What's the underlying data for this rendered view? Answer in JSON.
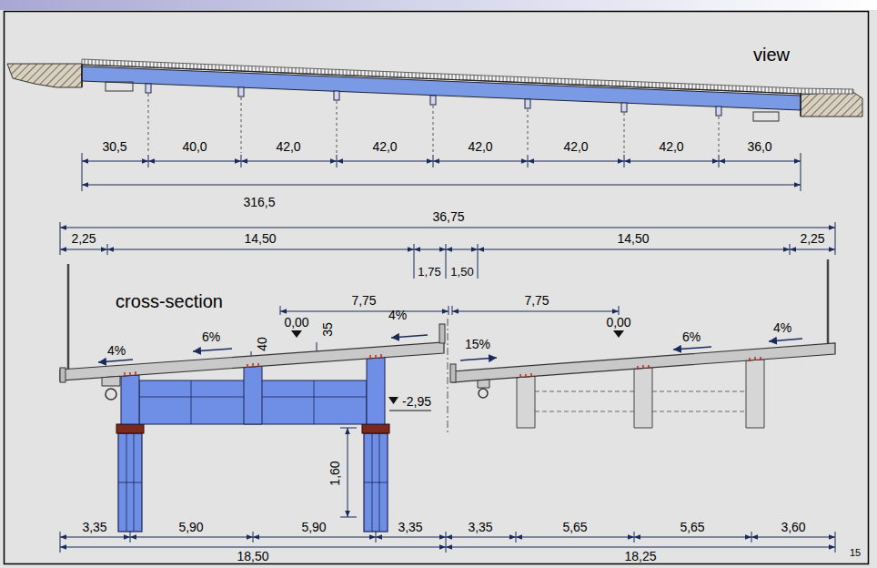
{
  "diagram": {
    "labels": [
      "view",
      "30,5",
      "40,0",
      "42,0",
      "42,0",
      "42,0",
      "42,0",
      "42,0",
      "36,0",
      "316,5",
      "36,75",
      "2,25",
      "14,50",
      "1,75",
      "1,50",
      "14,50",
      "2,25",
      "cross-section",
      "7,75",
      "7,75",
      "40",
      "0,00",
      "35",
      "4%",
      "6%",
      "4%",
      "15%",
      "0,00",
      "6%",
      "4%",
      "-2,95",
      "1,60",
      "3,35",
      "5,90",
      "5,90",
      "3,35",
      "3,35",
      "5,65",
      "5,65",
      "3,60",
      "18,50",
      "18,25",
      "15"
    ]
  }
}
